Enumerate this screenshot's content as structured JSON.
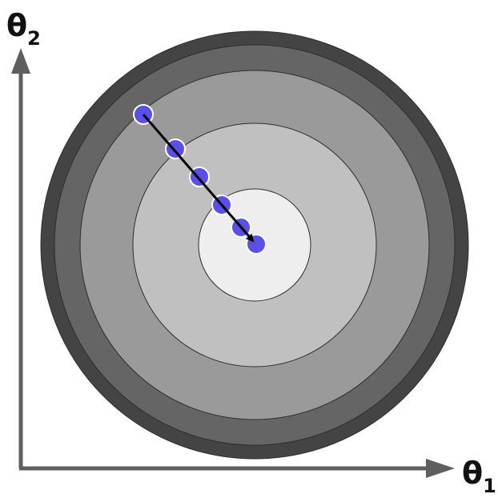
{
  "labels": {
    "y_axis": {
      "symbol": "θ",
      "subscript": "2"
    },
    "x_axis": {
      "symbol": "θ",
      "subscript": "1"
    }
  },
  "colors": {
    "background": "#ffffff",
    "axis": "#5f5f5f",
    "contour_rings": [
      "#444444",
      "#656565",
      "#9a9a9a",
      "#c0c0c0",
      "#eeeeee"
    ],
    "contour_outline": "#2e2e2e",
    "step_point": "#5a4fe6",
    "step_point_outline": "#ffffff",
    "trajectory_arrow": "#000000"
  },
  "trajectory": {
    "description_visible": false,
    "step_count": 6
  }
}
